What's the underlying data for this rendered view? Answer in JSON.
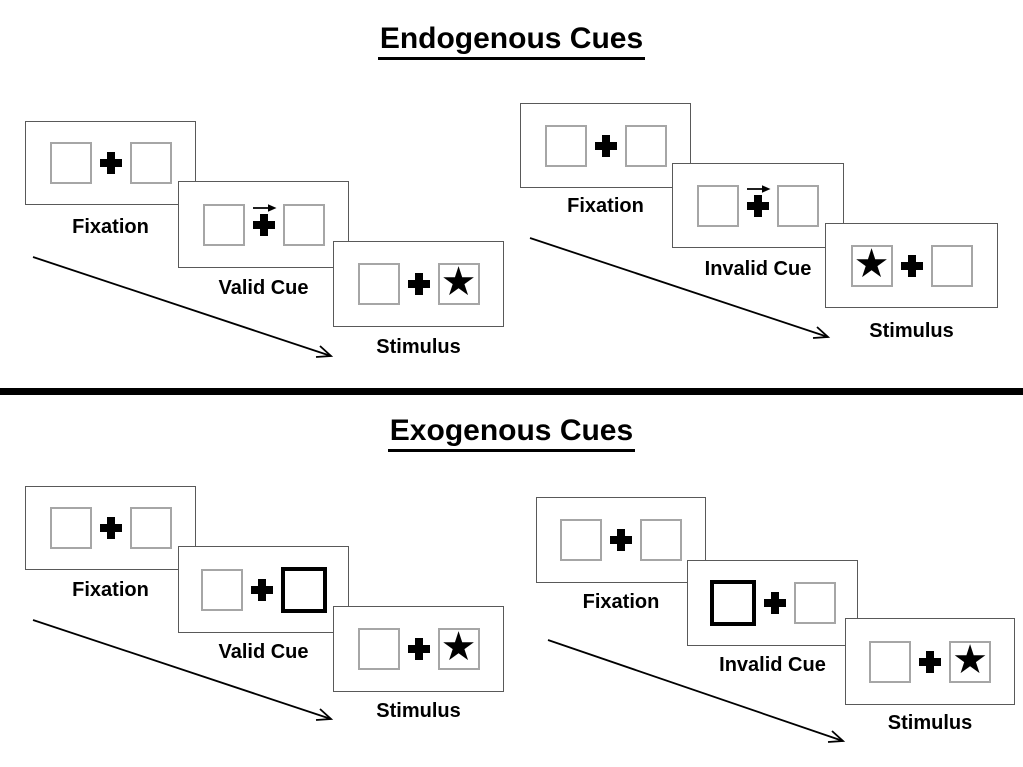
{
  "sections": [
    {
      "title": "Endogenous Cues",
      "groups": [
        {
          "name": "valid-sequence",
          "panels": [
            {
              "label": "Fixation",
              "left_box": "empty",
              "right_box": "empty"
            },
            {
              "label": "Valid Cue",
              "cue_symbol": "arrow-right-above-fixation-cross",
              "left_box": "empty",
              "right_box": "empty"
            },
            {
              "label": "Stimulus",
              "left_box": "empty",
              "right_box": "star"
            }
          ]
        },
        {
          "name": "invalid-sequence",
          "panels": [
            {
              "label": "Fixation",
              "left_box": "empty",
              "right_box": "empty"
            },
            {
              "label": "Invalid Cue",
              "cue_symbol": "arrow-right-above-fixation-cross",
              "left_box": "empty",
              "right_box": "empty"
            },
            {
              "label": "Stimulus",
              "left_box": "star",
              "right_box": "empty"
            }
          ]
        }
      ]
    },
    {
      "title": "Exogenous Cues",
      "groups": [
        {
          "name": "valid-sequence",
          "panels": [
            {
              "label": "Fixation",
              "left_box": "empty",
              "right_box": "empty"
            },
            {
              "label": "Valid Cue",
              "cue_symbol": "highlighted-right-box",
              "left_box": "empty",
              "right_box": "highlighted-box"
            },
            {
              "label": "Stimulus",
              "left_box": "empty",
              "right_box": "star"
            }
          ]
        },
        {
          "name": "invalid-sequence",
          "panels": [
            {
              "label": "Fixation",
              "left_box": "empty",
              "right_box": "empty"
            },
            {
              "label": "Invalid Cue",
              "cue_symbol": "highlighted-left-box",
              "left_box": "highlighted-box",
              "right_box": "empty"
            },
            {
              "label": "Stimulus",
              "left_box": "empty",
              "right_box": "star"
            }
          ]
        }
      ]
    }
  ],
  "icons": {
    "star": "★"
  },
  "colors": {
    "panel_border": "#595959",
    "box_border": "#a6a6a6",
    "cue_highlight_border": "#000000",
    "divider": "#000000",
    "text": "#000000",
    "background": "#ffffff"
  }
}
